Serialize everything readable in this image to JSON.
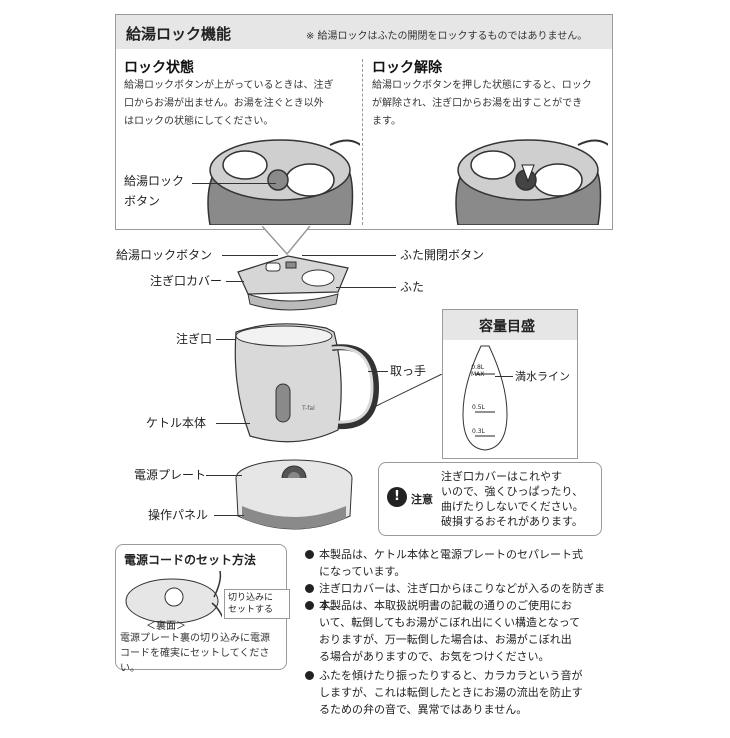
{
  "lock_box": {
    "title": "給湯ロック機能",
    "note": "※ 給湯ロックはふたの開閉をロックするものではありません。",
    "locked": {
      "title": "ロック状態",
      "lines": [
        "給湯ロックボタンが上がっているときは、注ぎ",
        "口からお湯が出ません。お湯を注ぐとき以外",
        "はロックの状態にしてください。"
      ],
      "callout": [
        "給湯ロック",
        "ボタン"
      ]
    },
    "unlocked": {
      "title": "ロック解除",
      "lines": [
        "給湯ロックボタンを押した状態にすると、ロック",
        "が解除され、注ぎ口からお湯を出すことができ",
        "ます。"
      ]
    }
  },
  "parts": {
    "lock_button": "給湯ロックボタン",
    "lid_open_button": "ふた開閉ボタン",
    "spout_cover": "注ぎ口カバー",
    "lid": "ふた",
    "spout": "注ぎ口",
    "handle": "取っ手",
    "kettle_body": "ケトル本体",
    "power_plate": "電源プレート",
    "control_panel": "操作パネル"
  },
  "capacity": {
    "title": "容量目盛",
    "full_line_label": "満水ライン",
    "marks": [
      "0.8L",
      "MAX",
      "0.5L",
      "0.3L"
    ]
  },
  "caution": {
    "label": "注意",
    "lines": [
      "注ぎ口カバーはこれやす",
      "いので、強くひっぱったり、",
      "曲げたりしないでください。",
      "破損するおそれがあります。"
    ]
  },
  "cord": {
    "title": "電源コードのセット方法",
    "notch_label": [
      "切り込みに",
      "セットする"
    ],
    "back_label": "＜裏面＞",
    "note_lines": [
      "電源プレート裏の切り込みに電源",
      "コードを確実にセットしてください。"
    ]
  },
  "bullets": [
    {
      "lines": [
        "本製品は、ケトル本体と電源プレートのセパレート式",
        "になっています。"
      ]
    },
    {
      "lines": [
        "注ぎ口カバーは、注ぎ口からほこりなどが入るのを防ぎます。"
      ]
    },
    {
      "lines": [
        "本製品は、本取扱説明書の記載の通りのご使用にお",
        "いて、転倒してもお湯がこぼれ出にくい構造となって",
        "おりますが、万一転倒した場合は、お湯がこぼれ出",
        "る場合がありますので、お気をつけください。"
      ]
    },
    {
      "lines": [
        "ふたを傾けたり振ったりすると、カラカラという音が",
        "しますが、これは転倒したときにお湯の流出を防止す",
        "るための弁の音で、異常ではありません。"
      ]
    }
  ],
  "colors": {
    "panel_gray": "#e6e6e6",
    "border_gray": "#9a9a9a",
    "kettle_gray": "#8a8a8a"
  }
}
